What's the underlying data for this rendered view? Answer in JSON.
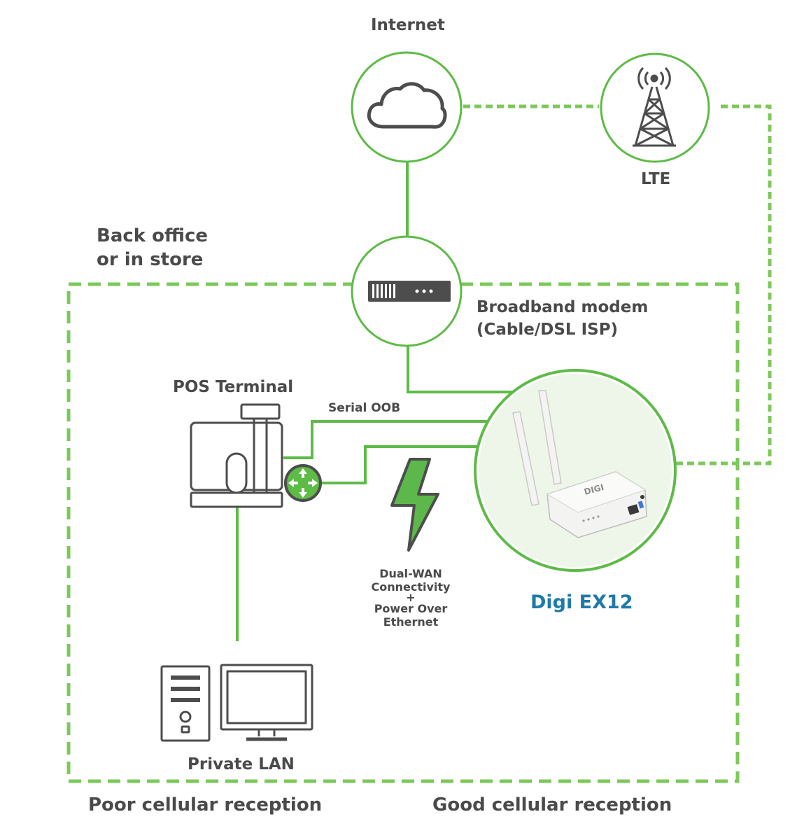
{
  "labels": {
    "internet": "Internet",
    "lte": "LTE",
    "back_office_line1": "Back office",
    "back_office_line2": "or in store",
    "modem_line1": "Broadband modem",
    "modem_line2": "(Cable/DSL ISP)",
    "pos_terminal": "POS Terminal",
    "serial_oob": "Serial OOB",
    "dual_wan_line1": "Dual-WAN",
    "dual_wan_line2": "Connectivity",
    "dual_wan_line3": "+",
    "dual_wan_line4": "Power Over",
    "dual_wan_line5": "Ethernet",
    "product": "Digi EX12",
    "device_brand": "DIGI",
    "private_lan": "Private LAN",
    "poor_reception": "Poor cellular reception",
    "good_reception": "Good cellular reception"
  },
  "colors": {
    "accent_green": "#5dbb46",
    "dashed_green": "#7cc85a",
    "bolt_green": "#5cb84a",
    "text_gray": "#4a4a4a",
    "icon_dark": "#4d4d4d",
    "product_blue": "#1f7aa8",
    "device_white": "#f3f3f1"
  },
  "icons": [
    "cloud-icon",
    "cell-tower-icon",
    "modem-icon",
    "pos-terminal-icon",
    "network-switch-icon",
    "lightning-bolt-icon",
    "router-device-icon",
    "desktop-computer-icon"
  ]
}
